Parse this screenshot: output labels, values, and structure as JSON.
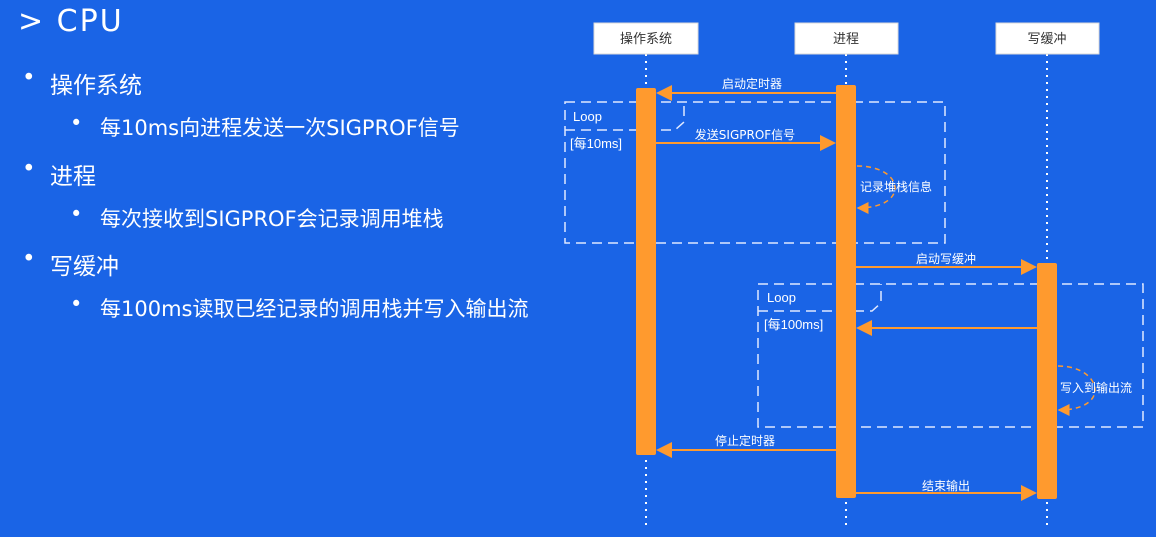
{
  "title": "> CPU",
  "bullets": [
    {
      "text": "操作系统",
      "level": 1
    },
    {
      "text": "每10ms向进程发送一次SIGPROF信号",
      "level": 2
    },
    {
      "text": "进程",
      "level": 1
    },
    {
      "text": "每次接收到SIGPROF会记录调用堆栈",
      "level": 2
    },
    {
      "text": "写缓冲",
      "level": 1
    },
    {
      "text": "每100ms读取已经记录的调用栈并写入输出流",
      "level": 2
    }
  ],
  "bullet_symbol": "•",
  "diagram": {
    "participants": [
      "操作系统",
      "进程",
      "写缓冲"
    ],
    "messages": {
      "start_timer": "启动定时器",
      "send_sigprof": "发送SIGPROF信号",
      "record_stack": "记录堆栈信息",
      "start_buffer": "启动写缓冲",
      "write_output": "写入到输出流",
      "stop_timer": "停止定时器",
      "end_output": "结束输出"
    },
    "loops": [
      {
        "label": "Loop",
        "guard": "[每10ms]"
      },
      {
        "label": "Loop",
        "guard": "[每100ms]"
      }
    ],
    "colors": {
      "background": "#1a64e6",
      "activation": "#ff9a2e",
      "lifeline": "#ffffff",
      "participant_box": "#ffffff"
    }
  }
}
